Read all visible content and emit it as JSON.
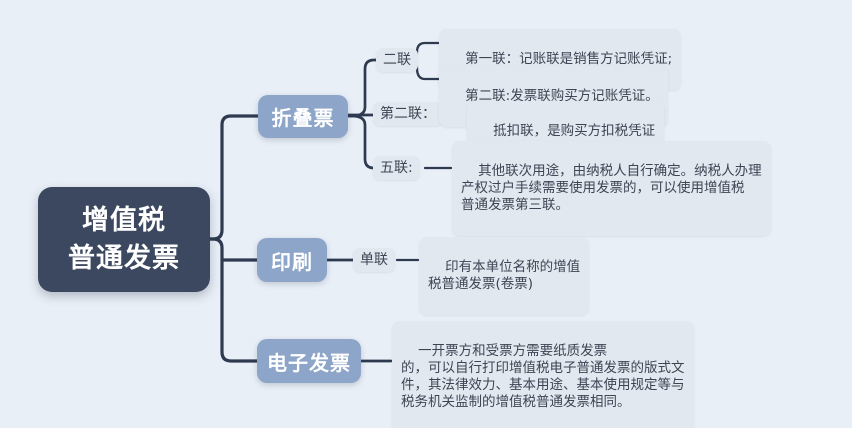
{
  "diagram": {
    "type": "mindmap",
    "title": "增值税普通发票",
    "palette": {
      "background": "#e9eff7",
      "root_fill": "#3b4860",
      "branch_fill": "#8ca5c9",
      "leaf_fill": "#e2e8ef",
      "connector": "#2e3a50",
      "text_light": "#ffffff",
      "text_dark": "#3d4554"
    }
  },
  "root": {
    "label": "增值税\n普通发票"
  },
  "branches": [
    {
      "label": "折叠票",
      "children": [
        {
          "label": "二联",
          "leaves": [
            "第一联：记账联是销售方记账凭证;",
            "第二联:发票联购买方记账凭证。"
          ]
        },
        {
          "label": "第二联：",
          "leaves": [
            "抵扣联，是购买方扣税凭证"
          ]
        },
        {
          "label": "五联:",
          "leaves": [
            "其他联次用途，由纳税人自行确定。纳税人办理\n产权过户手续需要使用发票的，可以使用增值税\n普通发票第三联。"
          ]
        }
      ]
    },
    {
      "label": "印刷",
      "children": [
        {
          "label": "单联",
          "leaves": [
            "印有本单位名称的增值\n税普通发票(卷票)"
          ]
        }
      ]
    },
    {
      "label": "电子发票",
      "leaves": [
        "一开票方和受票方需要纸质发票\n的，可以自行打印增值税电子普通发票的版式文\n件，其法律效力、基本用途、基本使用规定等与\n税务机关监制的增值税普通发票相同。"
      ]
    }
  ]
}
